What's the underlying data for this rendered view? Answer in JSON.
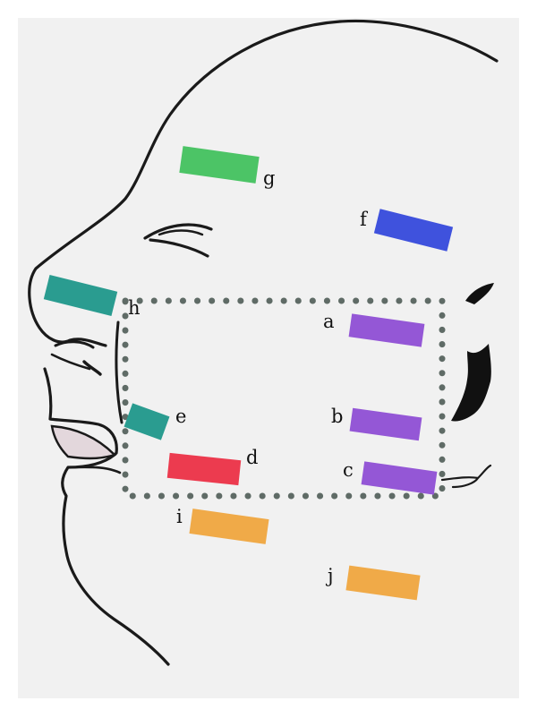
{
  "colors": {
    "background": "#f1f1f1",
    "line": "#1a1a1a",
    "dotted_region": "#5f6b66",
    "green": "#4cc466",
    "blue": "#3f52dd",
    "teal": "#2a9c90",
    "purple": "#9457d6",
    "red": "#ec3b4f",
    "orange": "#f0aa48",
    "lip": "#e3d7dc"
  },
  "markers": [
    {
      "letter": "a",
      "color": "purple"
    },
    {
      "letter": "b",
      "color": "purple"
    },
    {
      "letter": "c",
      "color": "purple"
    },
    {
      "letter": "d",
      "color": "red"
    },
    {
      "letter": "e",
      "color": "teal"
    },
    {
      "letter": "f",
      "color": "blue"
    },
    {
      "letter": "g",
      "color": "green"
    },
    {
      "letter": "h",
      "color": "teal"
    },
    {
      "letter": "i",
      "color": "orange"
    },
    {
      "letter": "j",
      "color": "orange"
    }
  ]
}
